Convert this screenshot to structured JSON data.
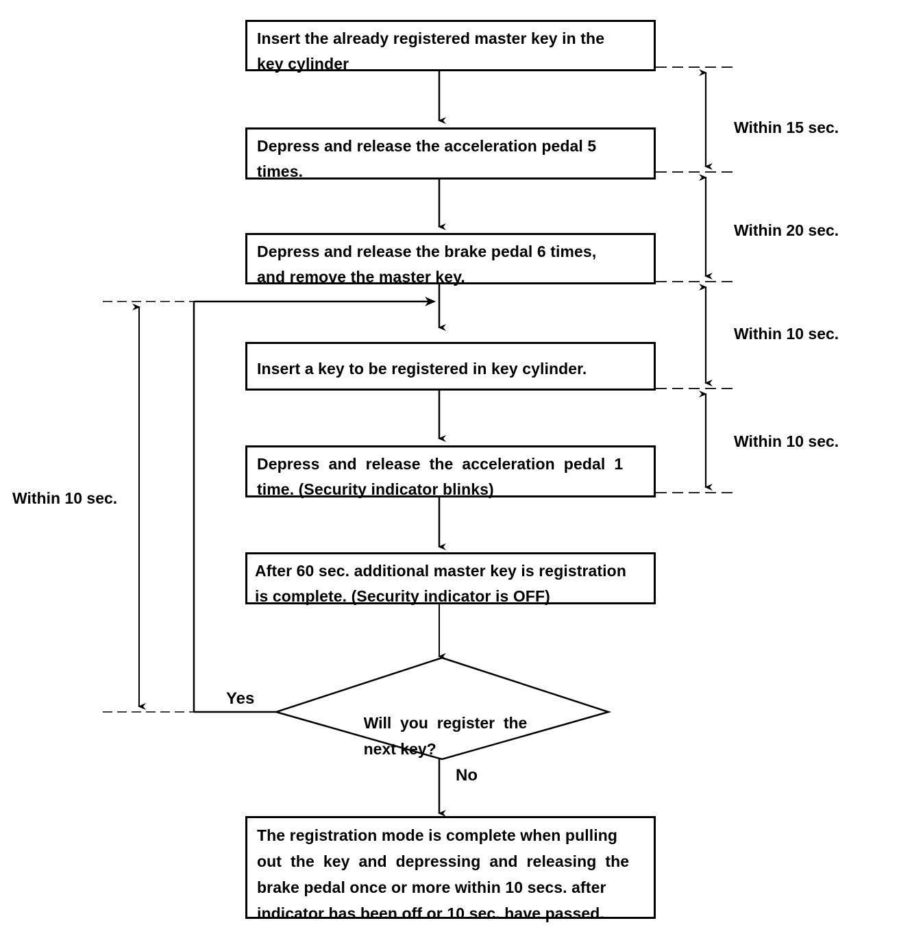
{
  "diagram": {
    "title": "Additional master key registration procedure flowchart",
    "type": "flowchart",
    "line_color": "#000000",
    "background_color": "#ffffff"
  },
  "nodes": {
    "step1": {
      "kind": "process",
      "line1": "Insert the already registered master key in the",
      "line2": "key cylinder"
    },
    "step2": {
      "kind": "process",
      "line1": "Depress and release the acceleration pedal 5",
      "line2": "times."
    },
    "step3": {
      "kind": "process",
      "line1": "Depress and release the brake pedal 6 times,",
      "line2": "and remove the master key."
    },
    "step4": {
      "kind": "process",
      "line1": "Insert a key to be registered in key cylinder."
    },
    "step5": {
      "kind": "process",
      "line1": "Depress  and  release  the  acceleration  pedal  1",
      "line2": "time. (Security indicator blinks)"
    },
    "step6": {
      "kind": "process",
      "line1": "After 60 sec. additional master key is registration",
      "line2": "is complete. (Security indicator is OFF)"
    },
    "decision": {
      "kind": "decision",
      "line1": "Will  you  register  the",
      "line2": "next key?"
    },
    "step7": {
      "kind": "process",
      "line1": "The registration mode is complete when pulling",
      "line2": "out  the  key  and  depressing  and  releasing  the",
      "line3": "brake pedal once or more within 10 secs. after",
      "line4": "indicator has been off or 10 sec. have passed."
    }
  },
  "branch_labels": {
    "yes": "Yes",
    "no": "No"
  },
  "timing_annotations": {
    "right_1": "Within 15 sec.",
    "right_2": "Within 20 sec.",
    "right_3": "Within 10 sec.",
    "right_4": "Within 10 sec.",
    "left_1": "Within 10 sec."
  }
}
